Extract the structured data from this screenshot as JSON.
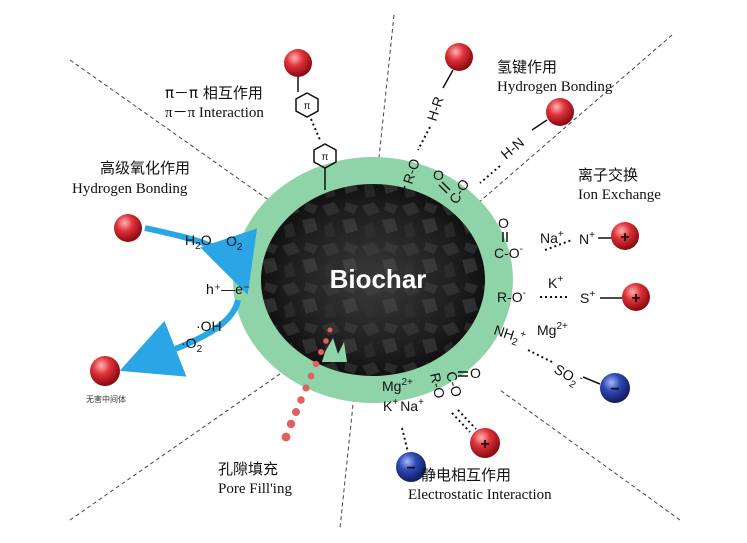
{
  "center": {
    "label": "Biochar"
  },
  "mechanisms": {
    "pi_pi": {
      "cn": "π－π 相互作用",
      "en": "π－π Interaction",
      "ring": "π"
    },
    "hydrogen_bonding": {
      "cn": "氢键作用",
      "en": "Hydrogen Bonding"
    },
    "oxidation": {
      "cn": "高级氧化作用",
      "en": "Hydrogen Bonding"
    },
    "ion_exchange": {
      "cn": "离子交换",
      "en": "Ion Exchange"
    },
    "pore_filling": {
      "cn": "孔隙填充",
      "en": "Pore Fill'ing"
    },
    "electrostatic": {
      "cn": "静电相互作用",
      "en": "Electrostatic Interaction"
    },
    "harmless": {
      "cn": "无害中间体"
    }
  },
  "chemistry": {
    "h_r": "H-R",
    "h_n": "H-N",
    "r_o": "R-O",
    "h2o": "H",
    "h2o_sub": "2",
    "h2o_o": "O",
    "o2": "O",
    "o2_sub": "2",
    "h_e": "h⁺—e⁻",
    "oh": "·OH",
    "o2_rad": "·O",
    "o2_rad_sub": "2",
    "na": "Na",
    "plus_sup": "+",
    "n_plus": "N",
    "k": "K",
    "s_plus": "S",
    "mg": "Mg",
    "mg_sup": "2+",
    "so": "SO",
    "so_sub": "2",
    "minus_sup": "-",
    "nh": "NH",
    "nh_sub": "2",
    "c_o": "C-O",
    "c": "C",
    "o": "O",
    "r": "R"
  },
  "charges": {
    "plus": "+",
    "minus": "−"
  },
  "colors": {
    "ring": "#8fd4a9",
    "core": "#202020",
    "red_sphere": "#e0323a",
    "blue_sphere": "#2f49b5",
    "arrow": "#2aa6e6"
  }
}
